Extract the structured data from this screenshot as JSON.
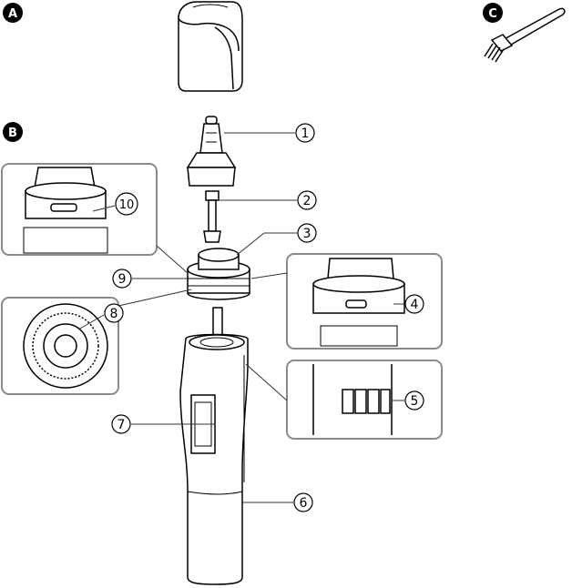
{
  "sections": {
    "a": {
      "badge": "A"
    },
    "b": {
      "badge": "B"
    },
    "c": {
      "badge": "C"
    }
  },
  "callouts": {
    "c1": "1",
    "c2": "2",
    "c3": "3",
    "c4": "4",
    "c5": "5",
    "c6": "6",
    "c7": "7",
    "c8": "8",
    "c9": "9",
    "c10": "10"
  },
  "colors": {
    "line": "#000000",
    "inset_frame": "#8a8a8a",
    "badge_fill": "#000000",
    "leader": "#333333"
  },
  "icons": [
    "cap-icon",
    "brush-icon",
    "trimmer-body-icon",
    "blade-head-icon",
    "inner-blade-icon",
    "blade-holder-ring-icon"
  ]
}
